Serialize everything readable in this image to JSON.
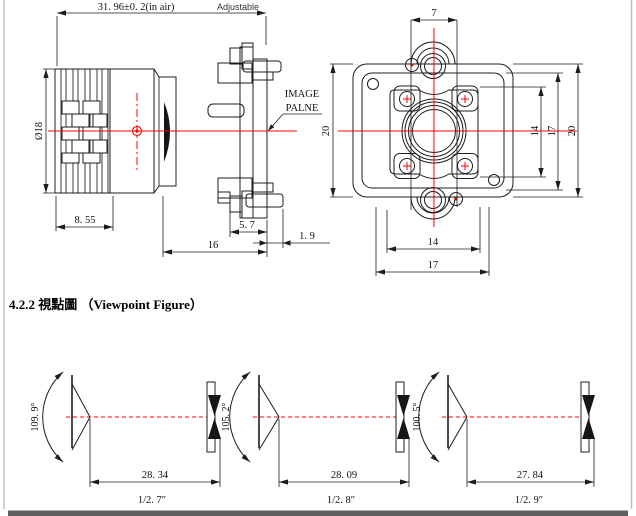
{
  "page": {
    "heading": "4.2.2 視點圖 （Viewpoint Figure）"
  },
  "side_view": {
    "overall_length": "31. 96±0. 2(in air)",
    "overall_note": "Adjustable",
    "barrel_diameter": "Ø18",
    "knurl_length": "8. 55",
    "holder_length": "16",
    "holder_front_width": "5. 7",
    "rear_offset": "1. 9",
    "image_plane_label": [
      "IMAGE",
      "PALNE"
    ]
  },
  "front_view": {
    "dim_top_hole_spacing": "7",
    "dim_left_height": "20",
    "dim_right_heights": [
      "14",
      "17",
      "20"
    ],
    "dim_bottom_widths": [
      "14",
      "17"
    ]
  },
  "viewpoints": {
    "items": [
      {
        "fov_angle": "109. 9°",
        "focal_distance": "28. 34",
        "sensor_format": "1/2. 7″"
      },
      {
        "fov_angle": "105. 2°",
        "focal_distance": "28. 09",
        "sensor_format": "1/2. 8″"
      },
      {
        "fov_angle": "100. 5°",
        "focal_distance": "27. 84",
        "sensor_format": "1/2. 9″"
      }
    ]
  },
  "colors": {
    "drawing_line": "#1c1c1c",
    "centerline_red": "#fe0000",
    "page_edge": "#c0c0c0",
    "page_gap_bar": "#5e5e5e"
  }
}
